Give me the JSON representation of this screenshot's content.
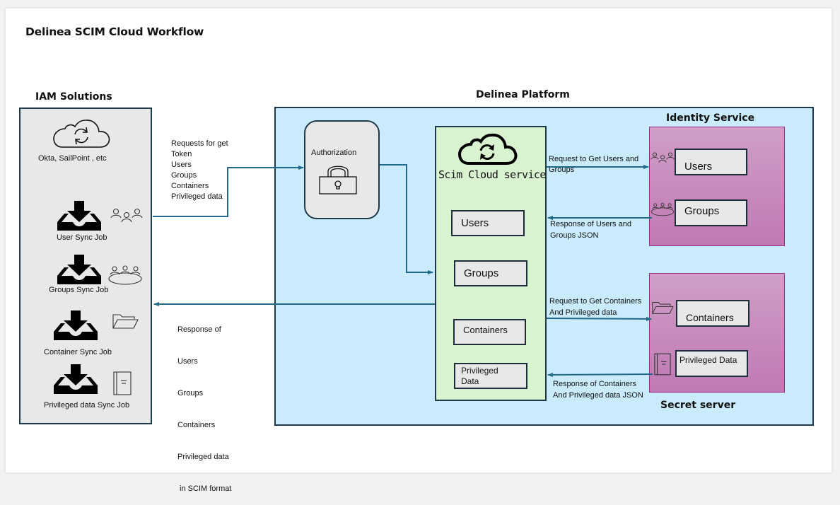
{
  "title": "Delinea SCIM Cloud Workflow",
  "iam": {
    "heading": "IAM Solutions",
    "provider_label": "Okta, SailPoint , etc",
    "jobs": [
      {
        "label": "User Sync Job",
        "icon": "users-icon"
      },
      {
        "label": "Groups Sync Job",
        "icon": "group-meeting-icon"
      },
      {
        "label": "Container Sync Job",
        "icon": "folder-icon"
      },
      {
        "label": "Privileged data Sync Job",
        "icon": "notebook-icon"
      }
    ]
  },
  "request_labels": [
    "Requests for get",
    "Token",
    "Users",
    "Groups",
    "Containers",
    "Privileged data"
  ],
  "response_labels": [
    "Response of",
    "Users",
    "Groups",
    "Containers",
    "Privileged data",
    " in SCIM format"
  ],
  "platform": {
    "heading": "Delinea Platform",
    "authorization_label": "Authorization",
    "scim": {
      "label": "Scim Cloud service",
      "items": [
        "Users",
        "Groups",
        "Containers",
        "Privileged Data"
      ]
    },
    "identity_service": {
      "heading": "Identity Service",
      "items": [
        "Users",
        "Groups"
      ],
      "request_label": "Request to Get Users and Groups",
      "response_label": "Response of Users and Groups JSON"
    },
    "secret_server": {
      "heading": "Secret server",
      "items": [
        "Containers",
        "Privileged Data"
      ],
      "request_label": "Request to Get Containers And Privileged data",
      "response_label": "Response of Containers And Privileged data JSON"
    }
  },
  "colors": {
    "arrow": "#1f6a8a",
    "platform_bg": "#c9ebfb",
    "scim_bg": "#d9f2d0",
    "service_bg": "#c888bd",
    "box_bg": "#e8e8e8"
  }
}
